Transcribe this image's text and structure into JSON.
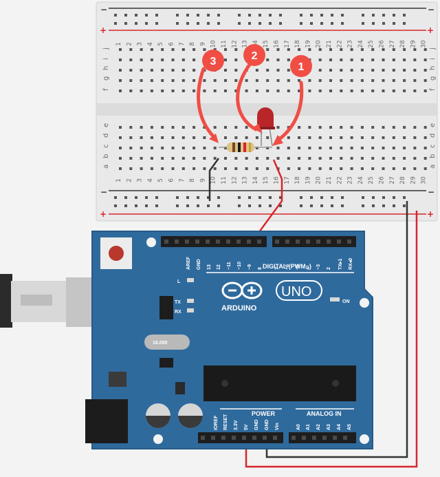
{
  "breadboard": {
    "rail_minus": "−",
    "rail_plus": "+",
    "columns": [
      "1",
      "2",
      "3",
      "4",
      "5",
      "6",
      "7",
      "8",
      "9",
      "10",
      "11",
      "12",
      "13",
      "14",
      "15",
      "16",
      "17",
      "18",
      "19",
      "20",
      "21",
      "22",
      "23",
      "24",
      "25",
      "26",
      "27",
      "28",
      "29",
      "30"
    ],
    "rows_top": [
      "j",
      "i",
      "h",
      "g",
      "f"
    ],
    "rows_bottom": [
      "e",
      "d",
      "c",
      "b",
      "a"
    ]
  },
  "markers": [
    {
      "label": "1",
      "color": "#f04e45"
    },
    {
      "label": "2",
      "color": "#f04e45"
    },
    {
      "label": "3",
      "color": "#f04e45"
    }
  ],
  "arduino": {
    "brand": "ARDUINO",
    "model": "UNO",
    "on_label": "ON",
    "l_label": "L",
    "tx_label": "TX",
    "rx_label": "RX",
    "digital_label": "DIGITAL (PWM~)",
    "power_label": "POWER",
    "analog_label": "ANALOG IN",
    "crystal_label": "16.000",
    "digital_pins": [
      "AREF",
      "GND",
      "13",
      "12",
      "~11",
      "~10",
      "~9",
      "8",
      "7",
      "~6",
      "~5",
      "4",
      "~3",
      "2",
      "TX▸1",
      "RX◂0"
    ],
    "power_pins": [
      "IOREF",
      "RESET",
      "3.3V",
      "5V",
      "GND",
      "GND",
      "Vin"
    ],
    "analog_pins": [
      "A0",
      "A1",
      "A2",
      "A3",
      "A4",
      "A5"
    ],
    "board_color": "#2f6a9d",
    "wire_red": "#d8252b",
    "wire_black": "#333333"
  }
}
